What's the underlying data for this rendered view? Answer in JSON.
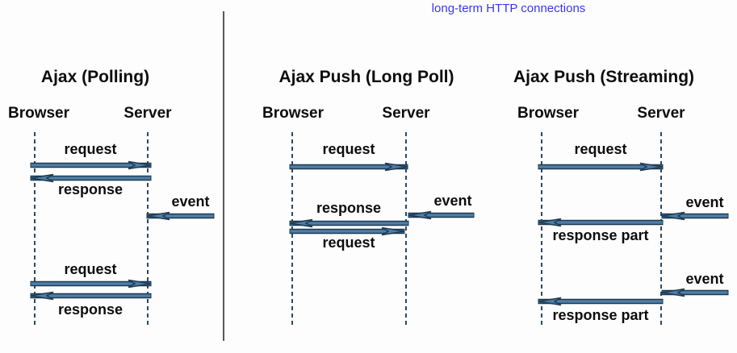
{
  "note": {
    "text": "long-term HTTP connections"
  },
  "colors": {
    "note_text": "#3835f2",
    "arrow_fill": "#4f7ea6",
    "arrow_outline": "#1e3a52",
    "lifeline": "#2c4a61",
    "divider": "#59595c",
    "text": "#0d0d0d",
    "background": "#fdfdfd"
  },
  "columns": [
    {
      "title": "Ajax (Polling)",
      "actors": {
        "left": "Browser",
        "right": "Server"
      },
      "messages": [
        {
          "label": "request",
          "direction": "browser-to-server"
        },
        {
          "label": "response",
          "direction": "server-to-browser"
        },
        {
          "label": "event",
          "direction": "external-to-server"
        },
        {
          "label": "request",
          "direction": "browser-to-server"
        },
        {
          "label": "response",
          "direction": "server-to-browser"
        }
      ]
    },
    {
      "title": "Ajax Push (Long Poll)",
      "actors": {
        "left": "Browser",
        "right": "Server"
      },
      "messages": [
        {
          "label": "request",
          "direction": "browser-to-server"
        },
        {
          "label": "event",
          "direction": "external-to-server"
        },
        {
          "label": "response",
          "direction": "server-to-browser"
        },
        {
          "label": "request",
          "direction": "browser-to-server"
        }
      ]
    },
    {
      "title": "Ajax Push (Streaming)",
      "actors": {
        "left": "Browser",
        "right": "Server"
      },
      "messages": [
        {
          "label": "request",
          "direction": "browser-to-server"
        },
        {
          "label": "event",
          "direction": "external-to-server"
        },
        {
          "label": "response part",
          "direction": "server-to-browser"
        },
        {
          "label": "event",
          "direction": "external-to-server"
        },
        {
          "label": "response part",
          "direction": "server-to-browser"
        }
      ]
    }
  ]
}
